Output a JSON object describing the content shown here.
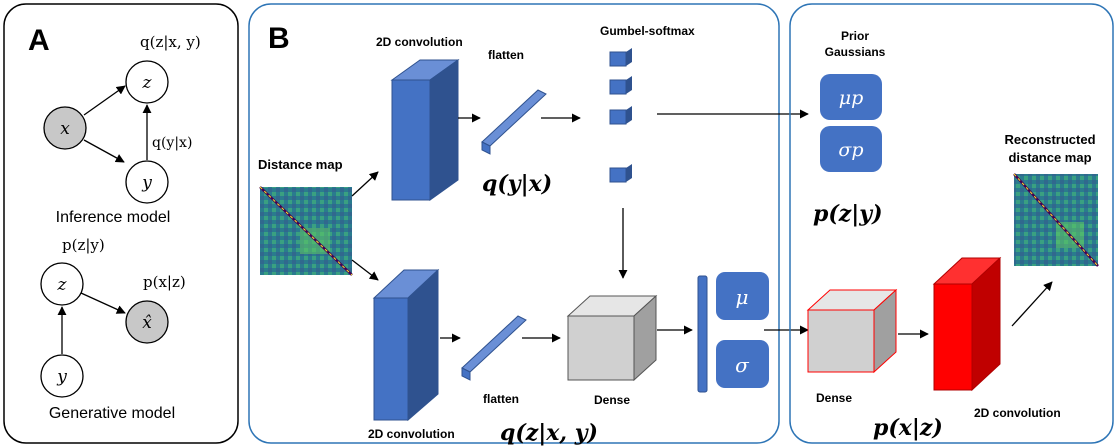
{
  "panel_a": {
    "letter": "A",
    "nodes": {
      "x": "x",
      "z_top": "z",
      "y_top": "y",
      "z_bottom": "z",
      "x_hat": "x̂",
      "y_bottom": "y"
    },
    "labels": {
      "q_z_xy": "q(z|x, y)",
      "q_y_x": "q(y|x)",
      "inference": "Inference model",
      "p_z_y": "p(z|y)",
      "p_x_z": "p(x|z)",
      "generative": "Generative model"
    }
  },
  "panel_b": {
    "letter": "B",
    "labels": {
      "conv_top": "2D convolution",
      "flatten_top": "flatten",
      "gumbel": "Gumbel-softmax",
      "distance_map": "Distance map",
      "q_y_x": "q(y|x)",
      "conv_bottom": "2D convolution",
      "flatten_bottom": "flatten",
      "dense": "Dense",
      "q_z_xy": "q(z|x, y)",
      "mu": "μ",
      "sigma": "σ"
    }
  },
  "panel_c": {
    "labels": {
      "prior_line1": "Prior",
      "prior_line2": "Gaussians",
      "mu_p": "μp",
      "sigma_p": "σp",
      "p_z_y": "p(z|y)",
      "recon_line1": "Reconstructed",
      "recon_line2": "distance map",
      "dense": "Dense",
      "p_x_z": "p(x|z)",
      "conv": "2D convolution"
    }
  },
  "colors": {
    "blue_face": "#4472c4",
    "blue_dark": "#2f528f",
    "blue_light": "#6a8fd6",
    "panel_border_b": "#2e75b6",
    "red_face": "#ff0000",
    "gray_face": "#d0d0d0",
    "node_gray": "#c8c8c8"
  }
}
